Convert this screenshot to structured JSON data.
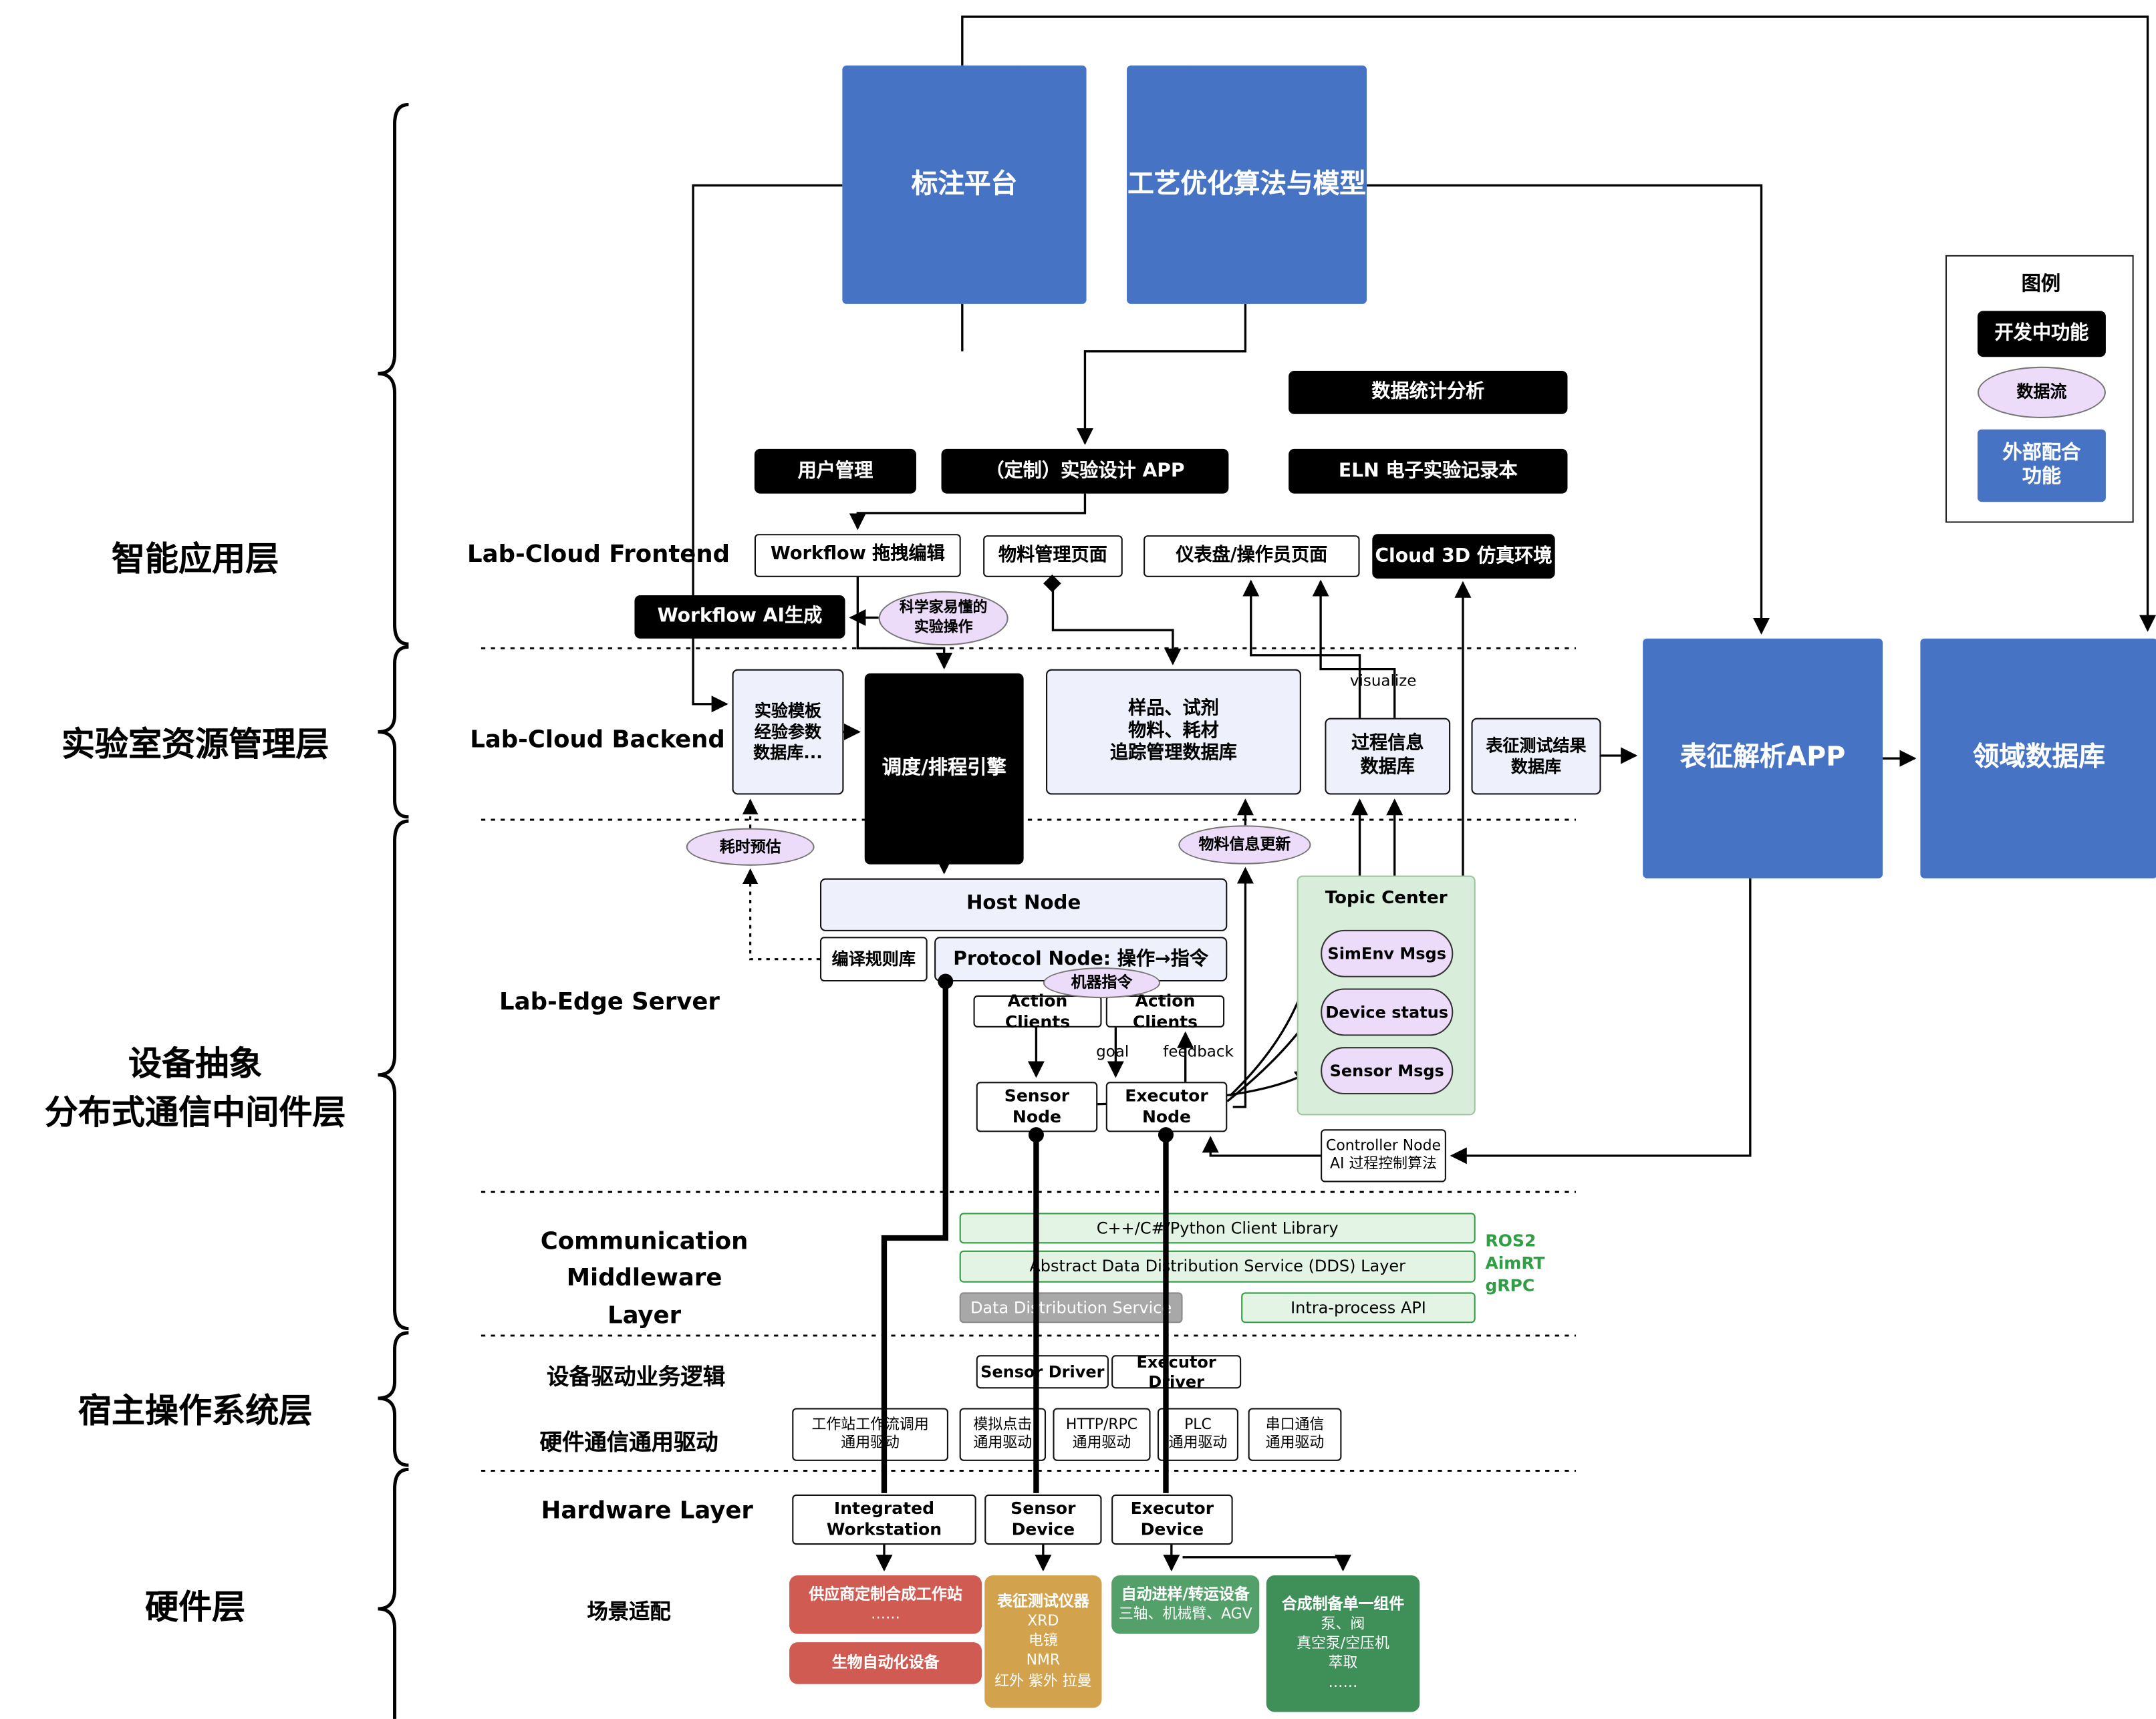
{
  "colors": {
    "blue": "#4673c4",
    "black": "#000000",
    "lavender": "#ecdcf9",
    "green_bar": "#e4f4e4",
    "gray_bar": "#a8a8a8",
    "red": "#cf5b52",
    "gold": "#d2a24c",
    "green": "#54a06a",
    "dark_green": "#3e8f58",
    "stack_green": "#2f9e44"
  },
  "layers": {
    "l1": "智能应用层",
    "l2": "实验室资源管理层",
    "l3": "设备抽象\n分布式通信中间件层",
    "l4": "宿主操作系统层",
    "l5": "硬件层"
  },
  "sections": {
    "frontend": "Lab-Cloud Frontend",
    "backend": "Lab-Cloud Backend",
    "edge": "Lab-Edge Server",
    "comm": "Communication\nMiddleware Layer",
    "driver_logic": "设备驱动业务逻辑",
    "hw_driver": "硬件通信通用驱动",
    "hardware": "Hardware Layer",
    "scenario": "场景适配"
  },
  "top": {
    "annotation": "标注平台",
    "process_opt": "工艺优化算法与模型"
  },
  "legend": {
    "title": "图例",
    "dev": "开发中功能",
    "flow": "数据流",
    "external": "外部配合\n功能"
  },
  "apps": {
    "stats": "数据统计分析",
    "user_mgmt": "用户管理",
    "design_app": "（定制）实验设计 APP",
    "eln": "ELN 电子实验记录本",
    "wf_edit": "Workflow 拖拽编辑",
    "material_page": "物料管理页面",
    "dashboard": "仪表盘/操作员页面",
    "cloud3d": "Cloud 3D 仿真环境",
    "wf_ai": "Workflow AI生成",
    "sci_ops": "科学家易懂的\n实验操作"
  },
  "backend": {
    "template_db": "实验模板\n经验参数\n数据库...",
    "scheduler": "调度/排程引擎",
    "sample_db": "样品、试剂\n物料、耗材\n追踪管理数据库",
    "process_db": "过程信息\n数据库",
    "char_db": "表征测试结果\n数据库",
    "char_app": "表征解析APP",
    "domain_db": "领域数据库"
  },
  "edge": {
    "time_est": "耗时预估",
    "material_update": "物料信息更新",
    "host_node": "Host Node",
    "rule_lib": "编译规则库",
    "protocol_node": "Protocol Node: 操作→指令",
    "machine_cmd": "机器指令",
    "action_clients": "Action Clients",
    "sensor_node": "Sensor Node",
    "executor_node": "Executor Node",
    "topic_center": "Topic Center",
    "simenv": "SimEnv Msgs",
    "device_status": "Device status",
    "sensor_msgs": "Sensor Msgs",
    "controller": "Controller Node\nAI 过程控制算法"
  },
  "labels": {
    "visualize": "visualize",
    "goal": "goal",
    "feedback": "feedback",
    "stacks": "ROS2\nAimRT\ngRPC"
  },
  "middleware": {
    "client_lib": "C++/C#/Python Client Library",
    "dds_layer": "Abstract Data Distribution Service (DDS) Layer",
    "dds": "Data Distribution Service",
    "intra": "Intra-process API"
  },
  "hostos": {
    "sensor_driver": "Sensor Driver",
    "executor_driver": "Executor Driver",
    "drv1": "工作站工作流调用\n通用驱动",
    "drv2": "模拟点击\n通用驱动",
    "drv3": "HTTP/RPC\n通用驱动",
    "drv4": "PLC\n通用驱动",
    "drv5": "串口通信\n通用驱动"
  },
  "hardware": {
    "workstation": "Integrated Workstation",
    "sensor_device": "Sensor Device",
    "executor_device": "Executor Device"
  },
  "scenario": {
    "vendor_title": "供应商定制合成工作站",
    "vendor_body": "……",
    "bio_title": "生物自动化设备",
    "char_title": "表征测试仪器",
    "char_body": "XRD\n电镜\nNMR\n红外 紫外 拉曼",
    "transfer_title": "自动进样/转运设备",
    "transfer_body": "三轴、机械臂、AGV",
    "synth_title": "合成制备单一组件",
    "synth_body": "泵、阀\n真空泵/空压机\n萃取\n……"
  }
}
